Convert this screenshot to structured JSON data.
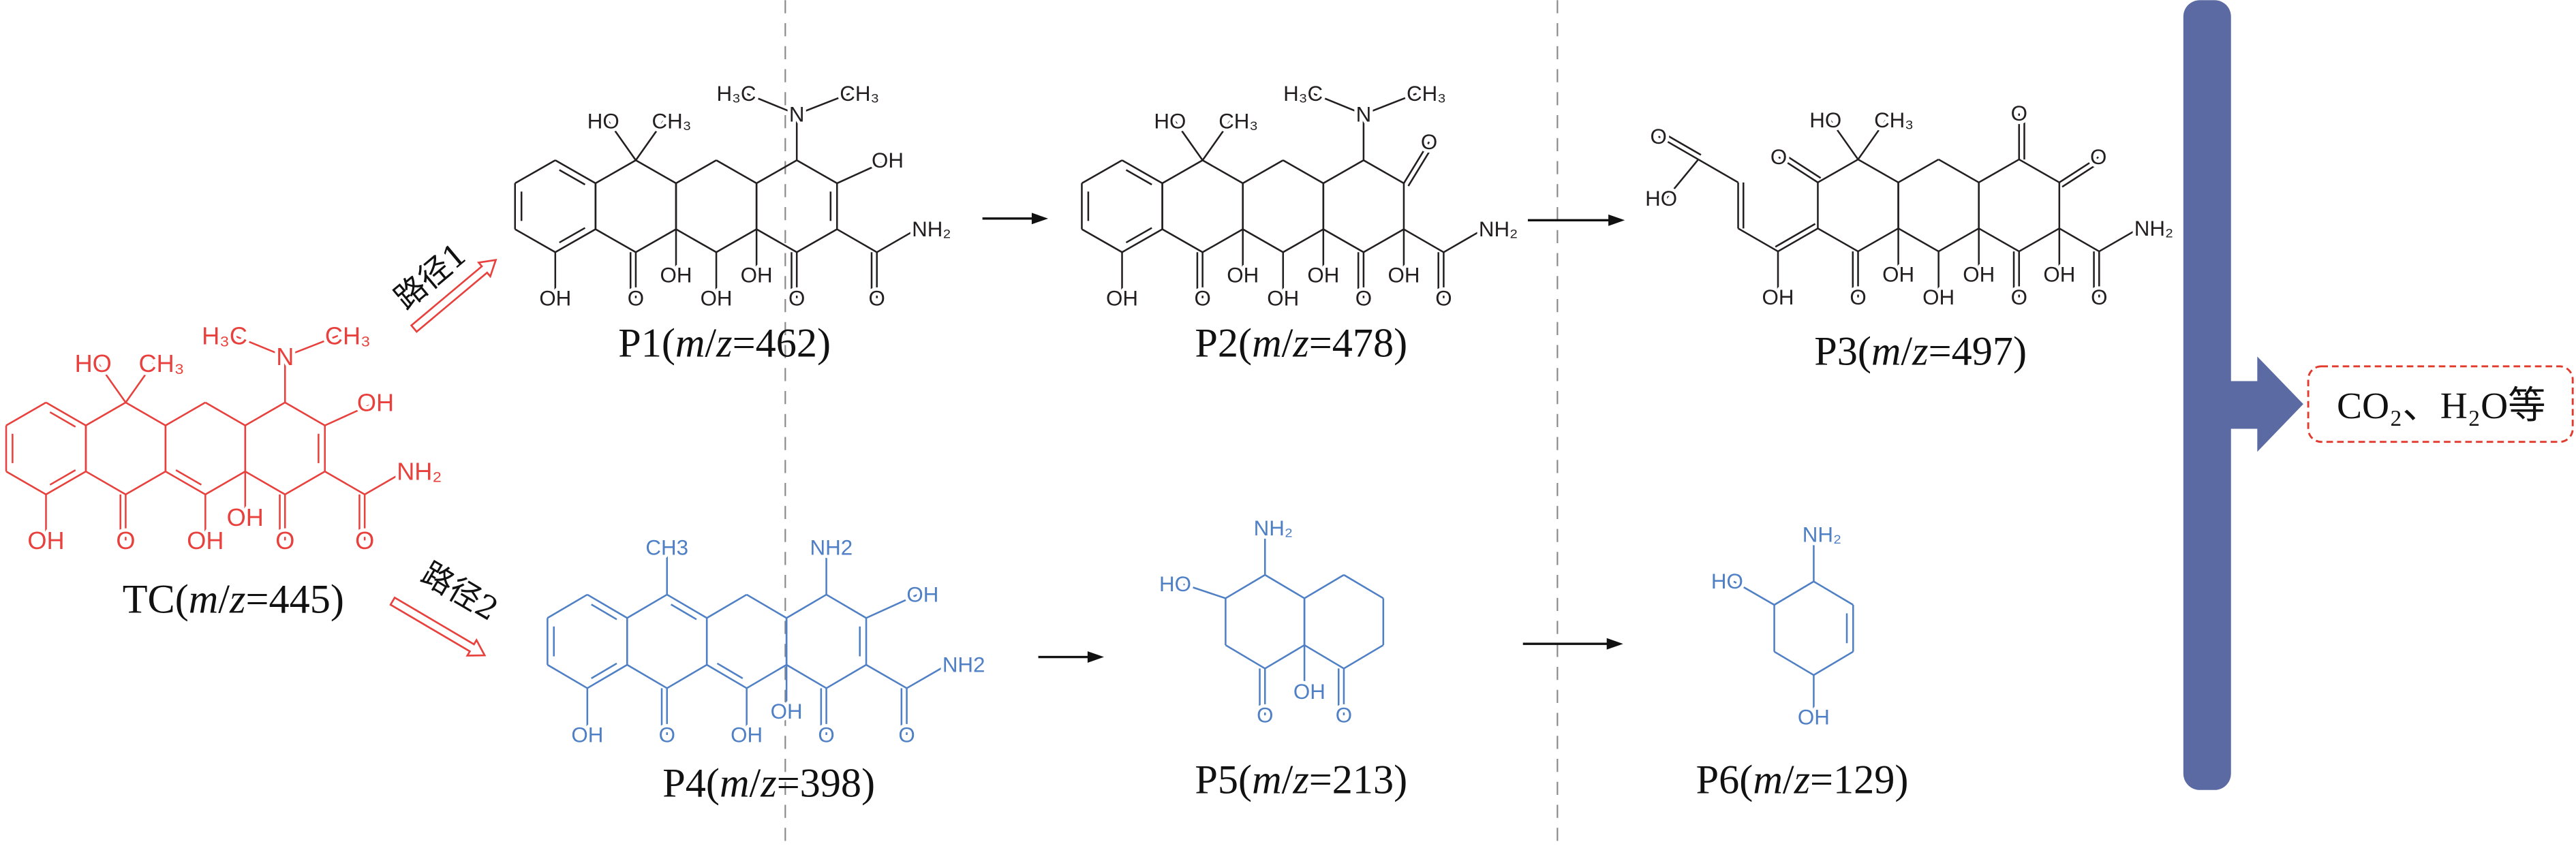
{
  "colors": {
    "parent": "#e8403c",
    "route1_products": "#231f20",
    "route2_products": "#4f7fc4",
    "mineralization_bar": "#5b6aa3",
    "final_box_border": "#e23b2e",
    "separator": "#8a8a8a"
  },
  "routes": {
    "route1": "路径1",
    "route2": "路径2"
  },
  "final_products": "CO₂、H₂O等",
  "molecules": {
    "TC": {
      "caption": "TC(m/z=445)",
      "labels": {
        "ho": "HO",
        "me": "CH₃",
        "n": "N",
        "nme1": "H₃C",
        "nme2": "CH₃",
        "oh_a": "OH",
        "o_amide": "O",
        "nh2": "NH₂",
        "o_b": "O",
        "oh_c": "OH",
        "oh_e": "OH",
        "o_f": "O",
        "oh_g": "OH"
      }
    },
    "P1": {
      "caption": "P1(m/z=462)",
      "labels": {
        "ho": "HO",
        "me": "CH₃",
        "n": "N",
        "nme1": "H₃C",
        "nme2": "CH₃",
        "oh_a": "OH",
        "o_amide": "O",
        "nh2": "NH₂",
        "o_b": "O",
        "oh_c": "OH",
        "oh_d": "OH",
        "oh_e": "OH",
        "o_f": "O",
        "oh_g": "OH"
      }
    },
    "P2": {
      "caption": "P2(m/z=478)",
      "labels": {
        "ho": "HO",
        "me": "CH₃",
        "n": "N",
        "nme1": "H₃C",
        "nme2": "CH₃",
        "o_a": "O",
        "oh_h": "OH",
        "o_amide": "O",
        "nh2": "NH₂",
        "o_b": "O",
        "oh_c": "OH",
        "oh_d": "OH",
        "oh_e": "OH",
        "o_f": "O",
        "oh_g": "OH"
      }
    },
    "P3": {
      "caption": "P3(m/z=497)",
      "labels": {
        "ho": "HO",
        "me": "CH₃",
        "o_k": "O",
        "o_t": "O",
        "o_a": "O",
        "oh_h": "OH",
        "o_amide": "O",
        "nh2": "NH₂",
        "o_b": "O",
        "oh_c": "OH",
        "oh_e": "OH",
        "oh_d": "OH",
        "o_f": "O",
        "oh_g": "OH",
        "o_acid": "O",
        "ho_acid": "HO"
      }
    },
    "P4": {
      "caption": "P4(m/z=398)",
      "labels": {
        "me": "CH3",
        "nh2_top": "NH2",
        "oh_a": "OH",
        "o_amide": "O",
        "nh2": "NH2",
        "o_b": "O",
        "oh_c": "OH",
        "oh_e": "OH",
        "o_f": "O",
        "oh_g": "OH"
      }
    },
    "P5": {
      "caption": "P5(m/z=213)",
      "labels": {
        "nh2_top": "NH₂",
        "ho": "HO",
        "o_a": "O",
        "o_b": "O",
        "oh_c": "OH"
      }
    },
    "P6": {
      "caption": "P6(m/z=129)",
      "labels": {
        "nh2_top": "NH₂",
        "ho": "HO",
        "oh": "OH"
      }
    }
  }
}
